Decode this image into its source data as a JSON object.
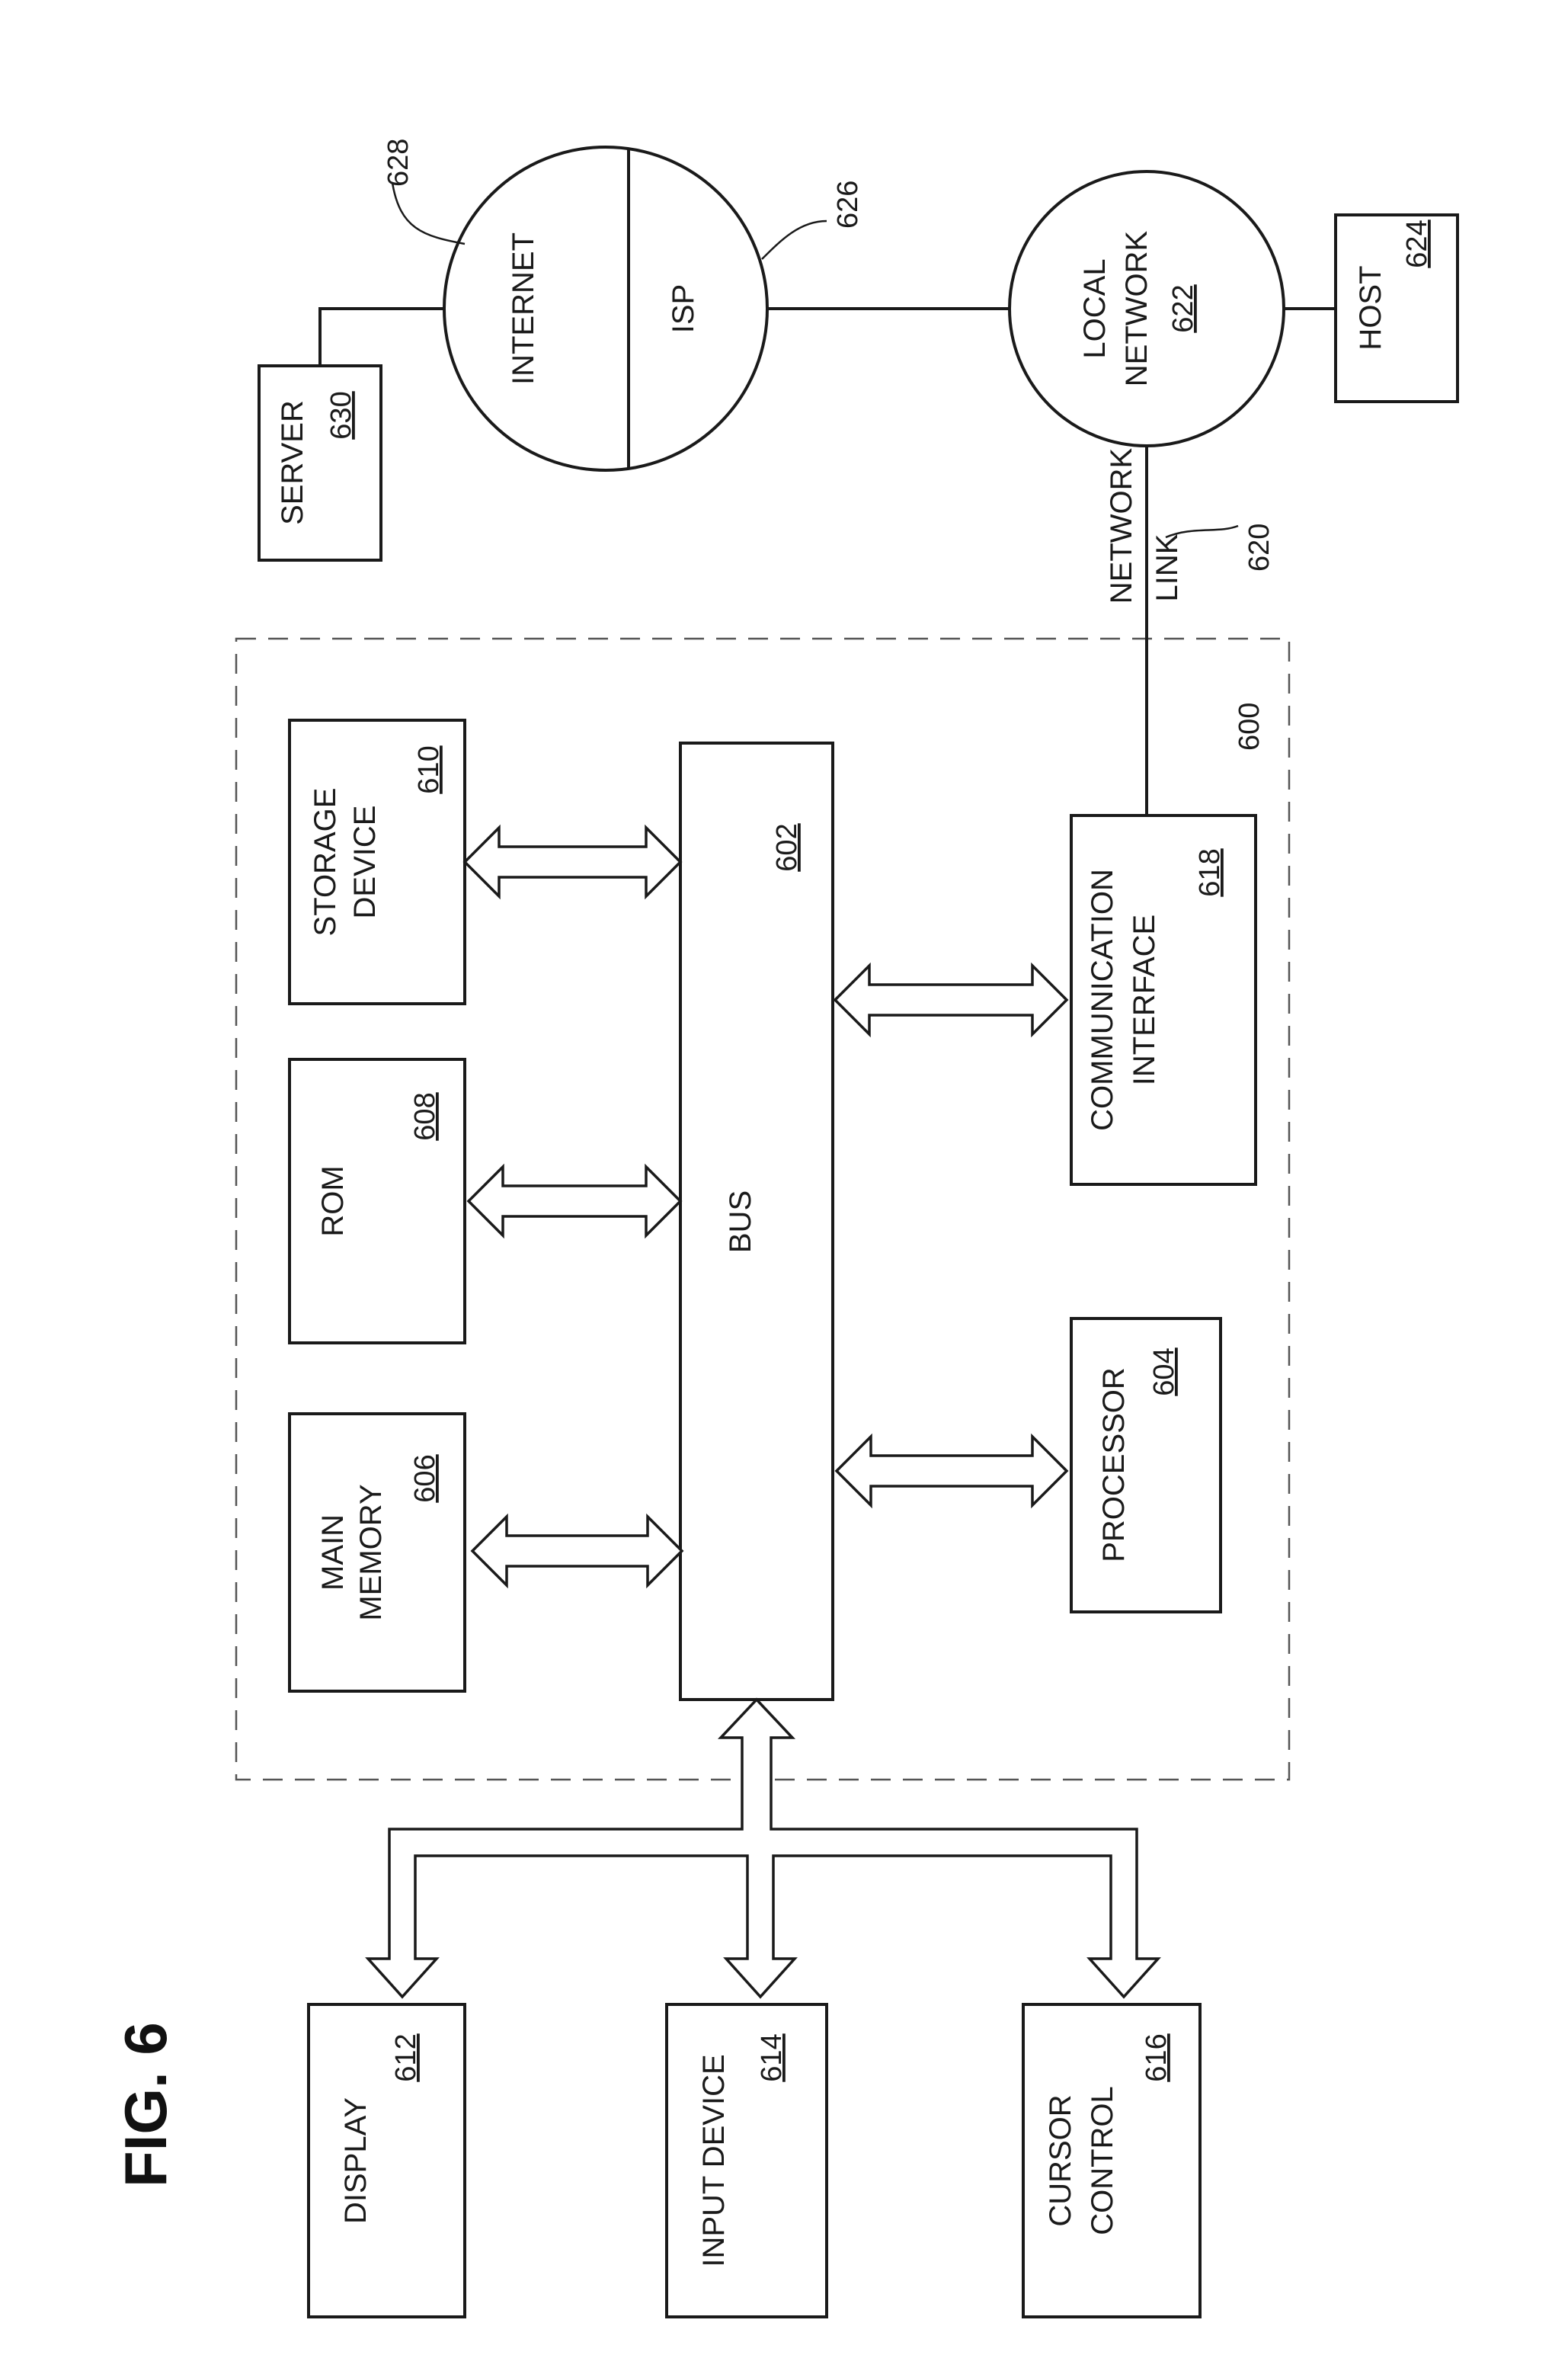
{
  "figure": {
    "title": "FIG. 6"
  },
  "system": {
    "ref": "600"
  },
  "blocks": {
    "main_memory": {
      "line1": "MAIN",
      "line2": "MEMORY",
      "num": "606"
    },
    "rom": {
      "line1": "ROM",
      "num": "608"
    },
    "storage": {
      "line1": "STORAGE",
      "line2": "DEVICE",
      "num": "610"
    },
    "bus": {
      "line1": "BUS",
      "num": "602"
    },
    "processor": {
      "line1": "PROCESSOR",
      "num": "604"
    },
    "comm": {
      "line1": "COMMUNICATION",
      "line2": "INTERFACE",
      "num": "618"
    },
    "display": {
      "line1": "DISPLAY",
      "num": "612"
    },
    "input": {
      "line1": "INPUT DEVICE",
      "num": "614"
    },
    "cursor": {
      "line1": "CURSOR",
      "line2": "CONTROL",
      "num": "616"
    },
    "server": {
      "line1": "SERVER",
      "num": "630"
    },
    "host": {
      "line1": "HOST",
      "num": "624"
    }
  },
  "clouds": {
    "internet": {
      "label": "INTERNET",
      "ref": "628"
    },
    "isp": {
      "label": "ISP",
      "ref": "626"
    },
    "local": {
      "line1": "LOCAL",
      "line2": "NETWORK",
      "num": "622"
    }
  },
  "link": {
    "line1": "NETWORK",
    "line2": "LINK",
    "ref": "620"
  }
}
